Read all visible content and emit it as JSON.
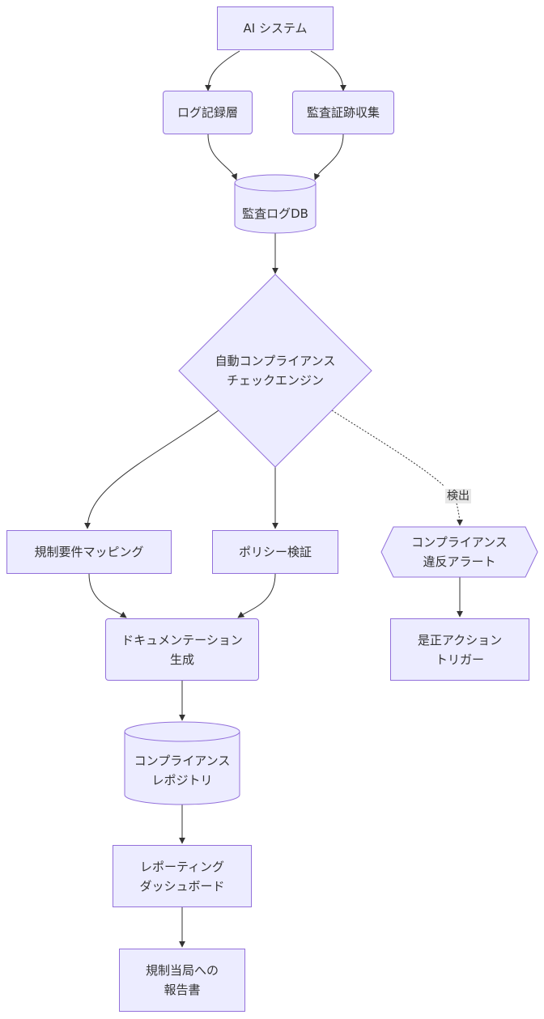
{
  "nodes": {
    "ai_system": "AI システム",
    "log_layer": "ログ記録層",
    "audit_collect": "監査証跡収集",
    "audit_db": "監査ログDB",
    "engine": "自動コンプライアンス\nチェックエンジン",
    "reg_mapping": "規制要件マッピング",
    "policy_verify": "ポリシー検証",
    "violation_alert": "コンプライアンス\n違反アラート",
    "doc_gen": "ドキュメンテーション\n生成",
    "corrective": "是正アクション\nトリガー",
    "repository": "コンプライアンス\nレポジトリ",
    "dashboard": "レポーティング\nダッシュボード",
    "report": "規制当局への\n報告書"
  },
  "edge_labels": {
    "detect": "検出"
  },
  "colors": {
    "node_fill": "#ECECFF",
    "node_border": "#9370DB",
    "edge": "#333333",
    "label_bg": "#e8e8e8"
  }
}
